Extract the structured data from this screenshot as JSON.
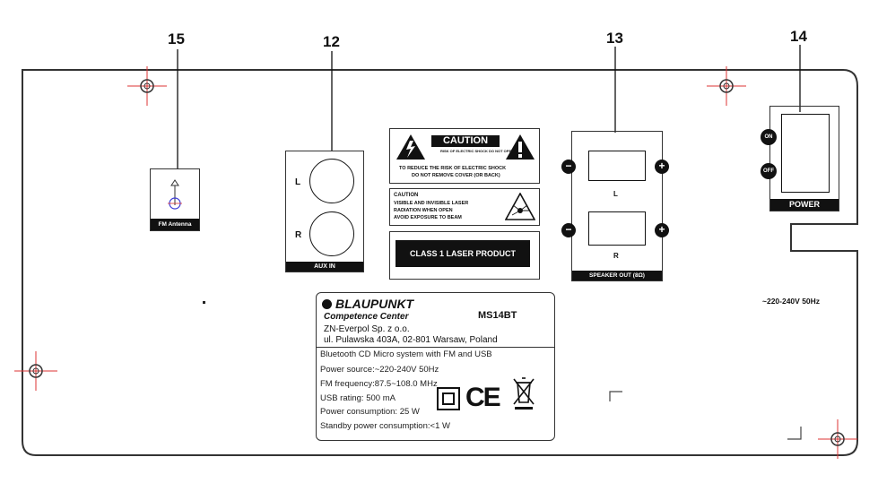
{
  "callouts": {
    "fm": "15",
    "aux": "12",
    "speaker": "13",
    "power": "14"
  },
  "fm_antenna": {
    "label": "FM Antenna"
  },
  "aux_in": {
    "label": "AUX IN",
    "left": "L",
    "right": "R"
  },
  "caution": {
    "title": "CAUTION",
    "small_text": "RISK OF ELECTRIC SHOCK DO NOT OPEN",
    "line1": "TO REDUCE THE RISK OF ELECTRIC SHOCK",
    "line2": "DO NOT REMOVE COVER (OR BACK)"
  },
  "laser_warning": {
    "title": "CAUTION",
    "line1": "VISIBLE AND INVISIBLE LASER",
    "line2": "RADIATION WHEN OPEN",
    "line3": "AVOID EXPOSURE TO BEAM"
  },
  "class_label": "CLASS 1 LASER PRODUCT",
  "speaker_out": {
    "label": "SPEAKER OUT (8Ω)",
    "left": "L",
    "right": "R",
    "minus": "−",
    "plus": "+"
  },
  "power": {
    "label": "POWER",
    "on": "ON",
    "off": "OFF"
  },
  "voltage": "~220-240V 50Hz",
  "rating_plate": {
    "brand": "BLAUPUNKT",
    "subtitle": "Competence Center",
    "model": "MS14BT",
    "company": "ZN-Everpol Sp. z o.o.",
    "address": "ul. Pulawska 403A, 02-801 Warsaw, Poland",
    "specs": [
      "Bluetooth CD Micro system with FM and USB",
      "Power source:~220-240V 50Hz",
      "FM frequency:87.5~108.0 MHz",
      "USB rating: 500 mA",
      "Power consumption: 25 W",
      "Standby power consumption:<1 W"
    ],
    "ce_mark": "CE"
  }
}
